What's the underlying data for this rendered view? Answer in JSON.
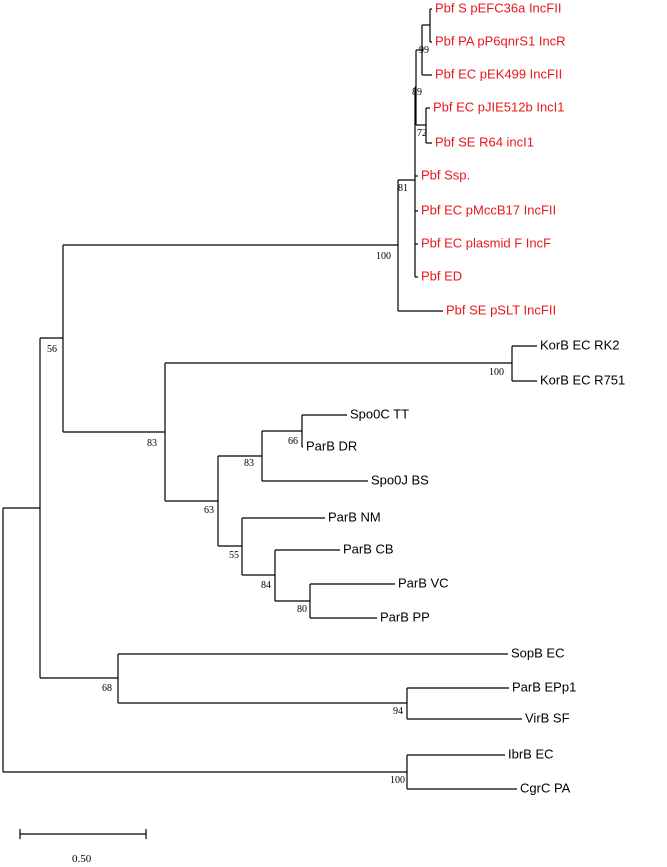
{
  "colors": {
    "highlight": "#e8171b",
    "default": "#000000",
    "branch": "#000000"
  },
  "scale_bar": {
    "label": "0.50"
  },
  "leaves": [
    {
      "id": "L1",
      "label": "Pbf S pEFC36a IncFII",
      "group": "highlight"
    },
    {
      "id": "L2",
      "label": "Pbf PA pP6qnrS1 IncR",
      "group": "highlight"
    },
    {
      "id": "L3",
      "label": "Pbf EC pEK499 IncFII",
      "group": "highlight"
    },
    {
      "id": "L4",
      "label": "Pbf EC pJIE512b IncI1",
      "group": "highlight"
    },
    {
      "id": "L5",
      "label": "Pbf SE R64 incI1",
      "group": "highlight"
    },
    {
      "id": "L6",
      "label": "Pbf Ssp.",
      "group": "highlight"
    },
    {
      "id": "L7",
      "label": "Pbf EC pMccB17 IncFII",
      "group": "highlight"
    },
    {
      "id": "L8",
      "label": "Pbf EC plasmid F IncF",
      "group": "highlight"
    },
    {
      "id": "L9",
      "label": "Pbf ED",
      "group": "highlight"
    },
    {
      "id": "L10",
      "label": "Pbf SE pSLT IncFII",
      "group": "highlight"
    },
    {
      "id": "L11",
      "label": "KorB EC RK2",
      "group": "default"
    },
    {
      "id": "L12",
      "label": "KorB EC R751",
      "group": "default"
    },
    {
      "id": "L13",
      "label": "Spo0C TT",
      "group": "default"
    },
    {
      "id": "L14",
      "label": "ParB DR",
      "group": "default"
    },
    {
      "id": "L15",
      "label": "Spo0J BS",
      "group": "default"
    },
    {
      "id": "L16",
      "label": "ParB NM",
      "group": "default"
    },
    {
      "id": "L17",
      "label": "ParB CB",
      "group": "default"
    },
    {
      "id": "L18",
      "label": "ParB VC",
      "group": "default"
    },
    {
      "id": "L19",
      "label": "ParB PP",
      "group": "default"
    },
    {
      "id": "L20",
      "label": "SopB EC",
      "group": "default"
    },
    {
      "id": "L21",
      "label": "ParB EPp1",
      "group": "default"
    },
    {
      "id": "L22",
      "label": "VirB SF",
      "group": "default"
    },
    {
      "id": "L23",
      "label": "IbrB EC",
      "group": "default"
    },
    {
      "id": "L24",
      "label": "CgrC PA",
      "group": "default"
    }
  ],
  "support_values": [
    {
      "node": "n_pef_pp",
      "value": "99"
    },
    {
      "node": "n_pef_89",
      "value": "89"
    },
    {
      "node": "n_pji_r64",
      "value": "72"
    },
    {
      "node": "n_pbf_81",
      "value": "81"
    },
    {
      "node": "n_pbf_all",
      "value": "100"
    },
    {
      "node": "n_root_56",
      "value": "56"
    },
    {
      "node": "n_korb",
      "value": "100"
    },
    {
      "node": "n_83_top",
      "value": "83"
    },
    {
      "node": "n_66",
      "value": "66"
    },
    {
      "node": "n_83_mid",
      "value": "83"
    },
    {
      "node": "n_63",
      "value": "63"
    },
    {
      "node": "n_55",
      "value": "55"
    },
    {
      "node": "n_84",
      "value": "84"
    },
    {
      "node": "n_80",
      "value": "80"
    },
    {
      "node": "n_68",
      "value": "68"
    },
    {
      "node": "n_94",
      "value": "94"
    },
    {
      "node": "n_100_bottom",
      "value": "100"
    }
  ]
}
